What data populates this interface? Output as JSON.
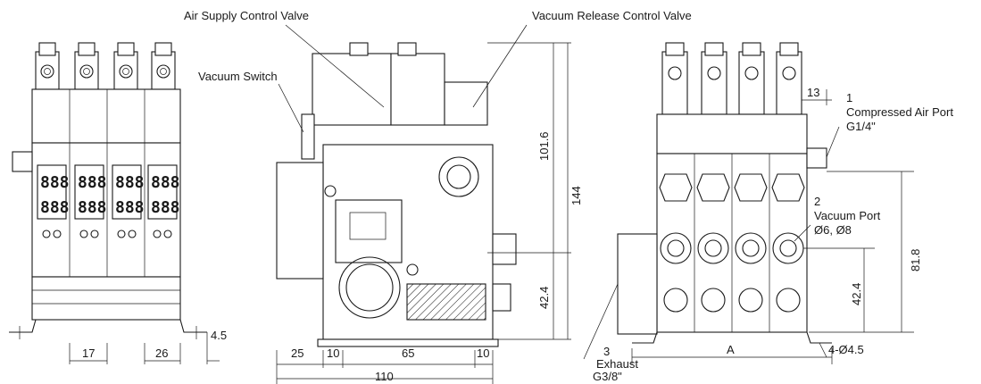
{
  "callouts": {
    "air_supply_valve": "Air Supply Control Valve",
    "vacuum_release_valve": "Vacuum Release Control Valve",
    "vacuum_switch": "Vacuum Switch",
    "compressed_air_port": {
      "num": "1",
      "name": "Compressed Air Port",
      "spec": "G1/4\""
    },
    "vacuum_port": {
      "num": "2",
      "name": "Vacuum Port",
      "spec": "Ø6, Ø8"
    },
    "exhaust": {
      "num": "3",
      "name": "Exhaust",
      "spec": "G3/8\""
    }
  },
  "dimensions": {
    "pitch": "17",
    "end_width": "26",
    "foot": "4.5",
    "side_left": "25",
    "side_gap_a": "10",
    "side_mid": "65",
    "side_gap_b": "10",
    "total_width": "110",
    "upper_height": "101.6",
    "total_height": "144",
    "lower_height": "42.4",
    "port_offset": "13",
    "port_height": "81.8",
    "vac_height": "42.4",
    "dim_a": "A",
    "holes": "4-Ø4.5"
  },
  "display": {
    "digits": "888"
  }
}
